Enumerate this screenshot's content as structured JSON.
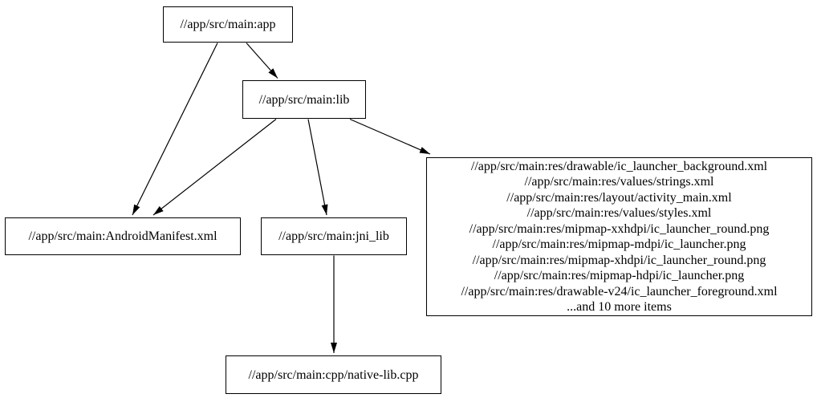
{
  "diagram": {
    "type": "dependency-graph",
    "background_color": "#ffffff",
    "node_border_color": "#000000",
    "node_fill_color": "#ffffff",
    "edge_color": "#000000",
    "text_color": "#000000",
    "nodes": {
      "app": {
        "label": "//app/src/main:app"
      },
      "lib": {
        "label": "//app/src/main:lib"
      },
      "android_manifest": {
        "label": "//app/src/main:AndroidManifest.xml"
      },
      "jni_lib": {
        "label": "//app/src/main:jni_lib"
      },
      "res_files": {
        "lines": [
          "//app/src/main:res/drawable/ic_launcher_background.xml",
          "//app/src/main:res/values/strings.xml",
          "//app/src/main:res/layout/activity_main.xml",
          "//app/src/main:res/values/styles.xml",
          "//app/src/main:res/mipmap-xxhdpi/ic_launcher_round.png",
          "//app/src/main:res/mipmap-mdpi/ic_launcher.png",
          "//app/src/main:res/mipmap-xhdpi/ic_launcher_round.png",
          "//app/src/main:res/mipmap-hdpi/ic_launcher.png",
          "//app/src/main:res/drawable-v24/ic_launcher_foreground.xml",
          "...and 10 more items"
        ]
      },
      "native_lib_cpp": {
        "label": "//app/src/main:cpp/native-lib.cpp"
      }
    },
    "edges": [
      {
        "from": "app",
        "to": "android_manifest"
      },
      {
        "from": "app",
        "to": "lib"
      },
      {
        "from": "lib",
        "to": "android_manifest"
      },
      {
        "from": "lib",
        "to": "jni_lib"
      },
      {
        "from": "lib",
        "to": "res_files"
      },
      {
        "from": "jni_lib",
        "to": "native_lib_cpp"
      }
    ]
  }
}
